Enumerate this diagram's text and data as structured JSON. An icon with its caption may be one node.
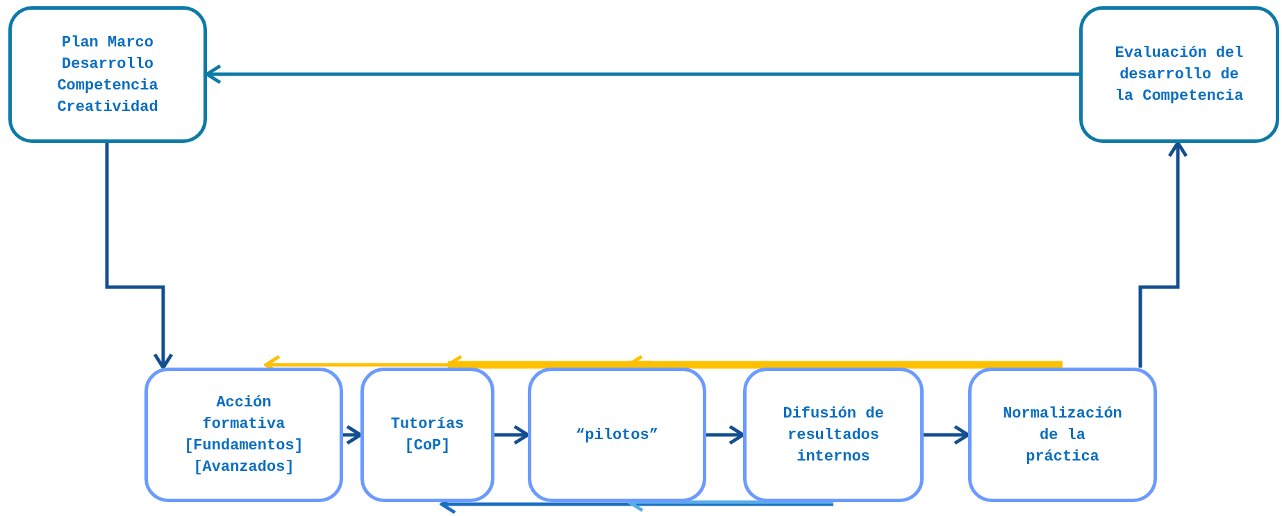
{
  "diagram": {
    "nodes": [
      {
        "text": [
          "Plan Marco Desarrollo Competencia Creatividad"
        ]
      },
      {
        "text": [
          "Evaluación del desarrollo de la Competencia"
        ]
      },
      {
        "text": [
          "Acción formativa [Fundamentos] [Avanzados]"
        ]
      },
      {
        "text": [
          "Tutorías [CoP]"
        ]
      },
      {
        "text": [
          "“pilotos”"
        ]
      },
      {
        "text": [
          "Difusión de resultados internos"
        ]
      },
      {
        "text": [
          "Normalización de la práctica"
        ]
      }
    ],
    "edges": [
      {
        "from": 1,
        "to": 0,
        "arrow": "to",
        "color": "#0e7aa8"
      },
      {
        "from": 0,
        "to": 2,
        "arrow": "to"
      },
      {
        "from": 2,
        "to": 3,
        "arrow": "to"
      },
      {
        "from": 3,
        "to": 4,
        "arrow": "to"
      },
      {
        "from": 4,
        "to": 5,
        "arrow": "to"
      },
      {
        "from": 5,
        "to": 6,
        "arrow": "to"
      },
      {
        "from": 6,
        "to": 1,
        "arrow": "to"
      },
      {
        "from": 6,
        "to": 4,
        "arrow": "to",
        "style": "thick",
        "color": "#ffc000"
      },
      {
        "from": 4,
        "to": 3,
        "arrow": "to",
        "style": "thick",
        "color": "#ffc000"
      },
      {
        "from": 3,
        "to": 2,
        "arrow": "to",
        "color": "#ffc000"
      },
      {
        "from": 5,
        "to": 3,
        "arrow": "to",
        "color": "#1a6fc4"
      },
      {
        "from": 5,
        "to": 4,
        "arrow": "to",
        "color": "#5aaee8"
      }
    ]
  }
}
